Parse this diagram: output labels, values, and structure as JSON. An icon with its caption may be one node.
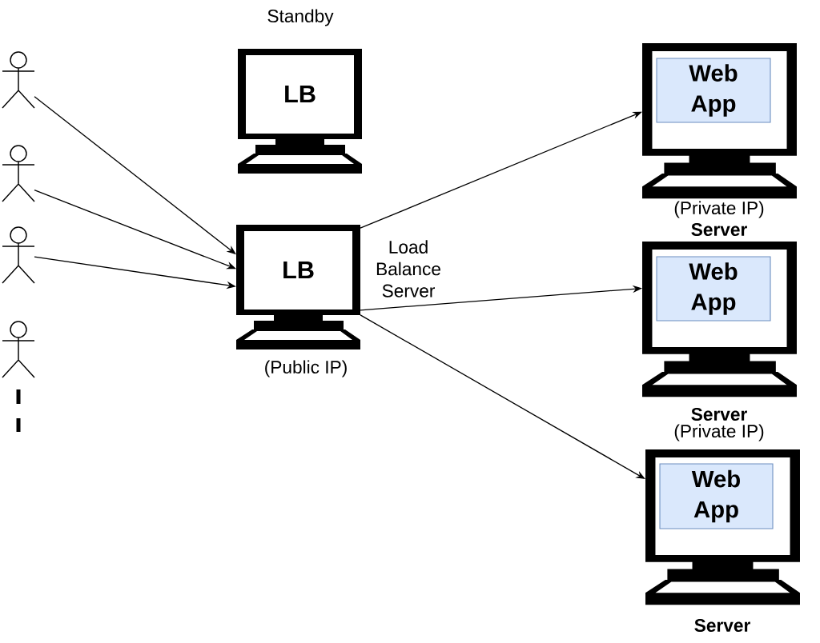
{
  "diagram": {
    "nodes": [
      {
        "text": [],
        "shape": "person"
      },
      {
        "text": [],
        "shape": "person"
      },
      {
        "text": [],
        "shape": "person"
      },
      {
        "text": [],
        "shape": "person"
      },
      {
        "text": [
          "LB"
        ],
        "beside": [
          "Standby"
        ]
      },
      {
        "text": [
          "LB"
        ],
        "beside": [
          "Load Balance Server",
          "(Public IP)"
        ]
      },
      {
        "text": [
          "Server"
        ],
        "beside": [
          "(Private IP)"
        ]
      },
      {
        "text": [
          "Web App"
        ],
        "in": 6
      },
      {
        "text": [
          "Server"
        ],
        "beside": [
          "(Private IP)"
        ]
      },
      {
        "text": [
          "Web App"
        ],
        "in": 8
      },
      {
        "text": [
          "Server"
        ]
      },
      {
        "text": [
          "Web App"
        ],
        "in": 10
      }
    ],
    "edges": [
      {
        "from": 0,
        "to": 5,
        "arrow": "to"
      },
      {
        "from": 1,
        "to": 5,
        "arrow": "to"
      },
      {
        "from": 2,
        "to": 5,
        "arrow": "to"
      },
      {
        "from": 5,
        "to": 6,
        "arrow": "to"
      },
      {
        "from": 5,
        "to": 8,
        "arrow": "to"
      },
      {
        "from": 5,
        "to": 10,
        "arrow": "to"
      }
    ]
  }
}
